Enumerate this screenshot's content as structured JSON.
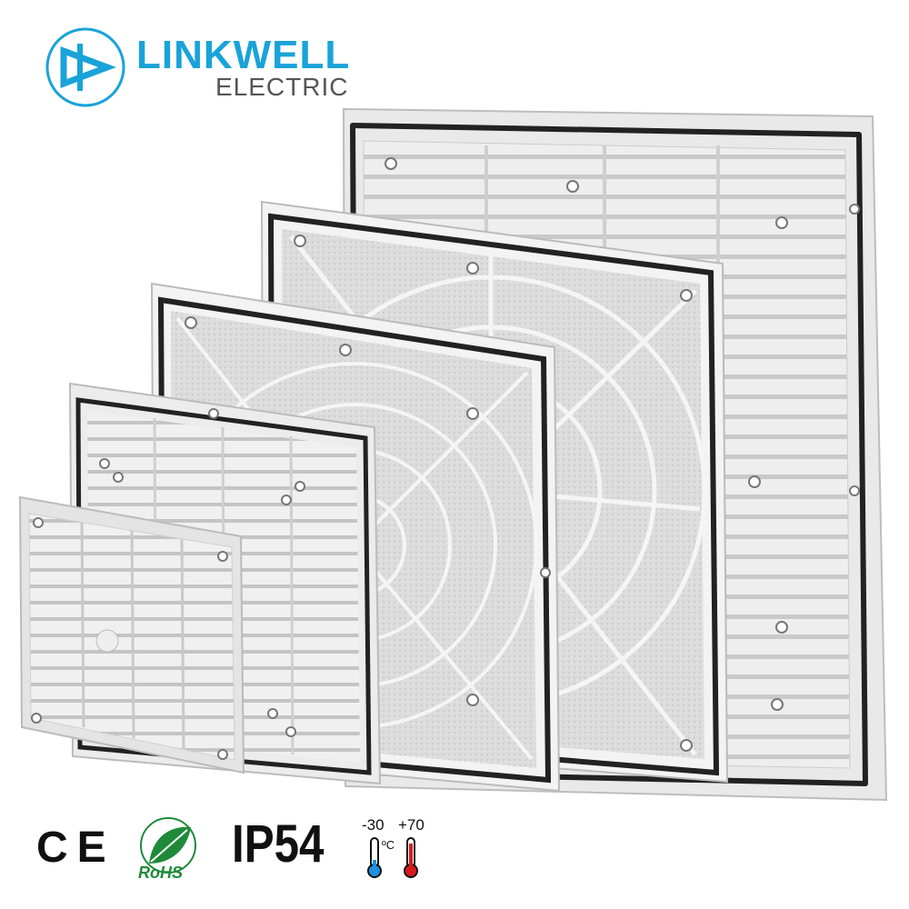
{
  "brand": {
    "name": "LINKWELL",
    "subtitle": "ELECTRIC",
    "color": "#1aa3d9",
    "subtitle_color": "#555555"
  },
  "certifications": {
    "ce": "CE",
    "rohs": "RoHS",
    "ip_rating": "IP54",
    "temp_min": "-30",
    "temp_max": "+70",
    "temp_unit": "ºC",
    "cold_color": "#1e90e0",
    "hot_color": "#d61a1a",
    "rohs_color": "#1f8a3a"
  }
}
